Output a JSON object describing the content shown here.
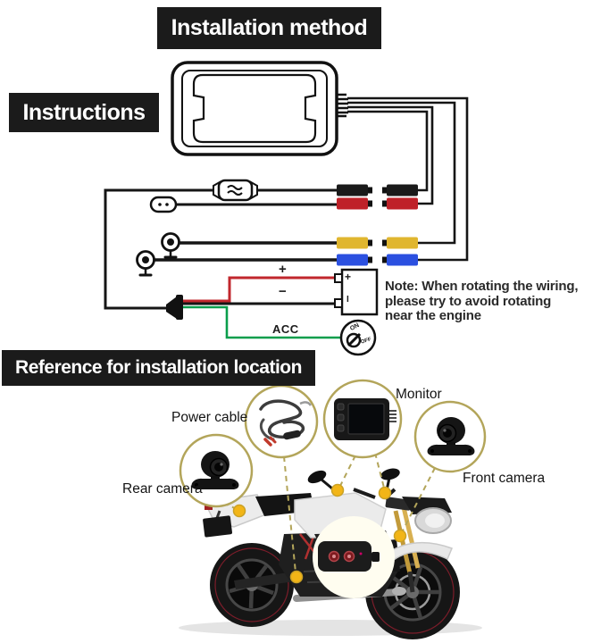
{
  "titles": {
    "installation_method": "Installation method",
    "instructions": "Instructions",
    "reference": "Reference for installation location"
  },
  "wiring": {
    "plus_label": "+",
    "minus_label": "−",
    "acc_label": "ACC",
    "battery": {
      "plus_terminal": "+",
      "minus_terminal": "I"
    },
    "switch": {
      "on": "ON",
      "off": "OFF"
    },
    "note": {
      "line1": "Note: When rotating the wiring,",
      "line2": "please try to avoid rotating",
      "line3": "near the engine"
    }
  },
  "callouts": {
    "power_cable": "Power cable",
    "monitor": "Monitor",
    "front_camera": "Front camera",
    "rear_camera": "Rear camera"
  },
  "icons": {
    "filter": "interference-filter-icon (≈ wave symbol on power lead)",
    "remote": "remote-switch-icon (pill with two buttons)",
    "camera_lead": "camera-plug-icon (round lens on stand)",
    "ignition_key": "ignition-key-icon (keyhole in circle)"
  },
  "colors": {
    "title_bg": "#1b1b1b",
    "title_text": "#ffffff",
    "wire_black": "#151515",
    "wire_red": "#c1272d",
    "wire_green": "#0a9e4c",
    "connector_black": "#1a1a1a",
    "connector_red": "#bf2128",
    "connector_yellow": "#e0b62f",
    "connector_blue": "#2b50e0",
    "callout_ring": "#b3a55a",
    "marker_yellow": "#f2b517"
  }
}
